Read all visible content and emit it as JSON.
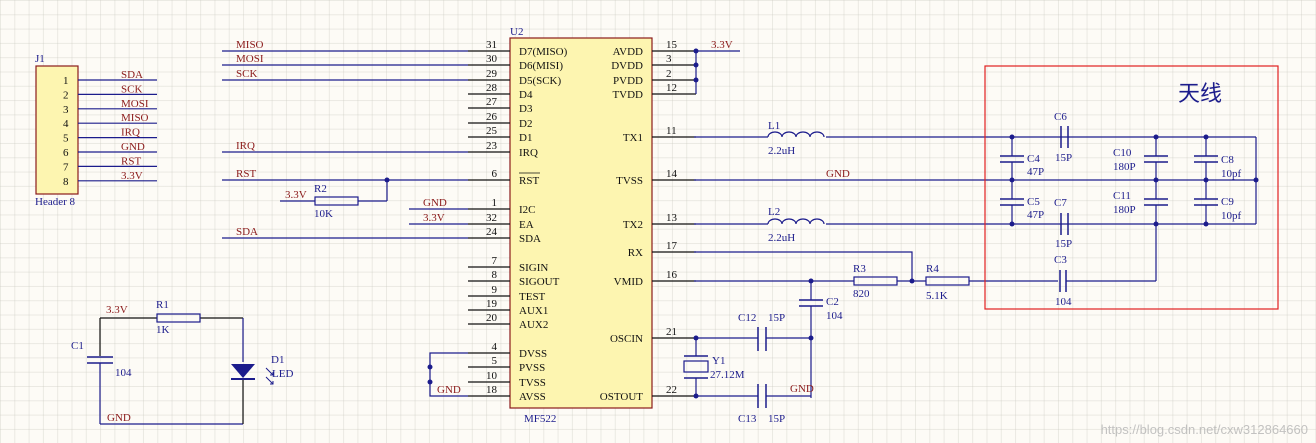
{
  "header_j1": {
    "ref": "J1",
    "name": "Header 8",
    "pins": [
      "1",
      "2",
      "3",
      "4",
      "5",
      "6",
      "7",
      "8"
    ],
    "nets": [
      "SDA",
      "SCK",
      "MOSI",
      "MISO",
      "IRQ",
      "GND",
      "RST",
      "3.3V"
    ]
  },
  "u2": {
    "ref": "U2",
    "part": "MF522",
    "left_pins": [
      {
        "num": "31",
        "name": "D7(MISO)",
        "net": "MISO"
      },
      {
        "num": "30",
        "name": "D6(MISI)",
        "net": "MOSI"
      },
      {
        "num": "29",
        "name": "D5(SCK)",
        "net": "SCK"
      },
      {
        "num": "28",
        "name": "D4",
        "net": ""
      },
      {
        "num": "27",
        "name": "D3",
        "net": ""
      },
      {
        "num": "26",
        "name": "D2",
        "net": ""
      },
      {
        "num": "25",
        "name": "D1",
        "net": ""
      },
      {
        "num": "23",
        "name": "IRQ",
        "net": "IRQ"
      },
      {
        "num": "6",
        "name": "RST",
        "net": "RST"
      },
      {
        "num": "1",
        "name": "I2C",
        "net": "GND"
      },
      {
        "num": "32",
        "name": "EA",
        "net": "3.3V"
      },
      {
        "num": "24",
        "name": "SDA",
        "net": "SDA"
      },
      {
        "num": "7",
        "name": "SIGIN",
        "net": ""
      },
      {
        "num": "8",
        "name": "SIGOUT",
        "net": ""
      },
      {
        "num": "9",
        "name": "TEST",
        "net": ""
      },
      {
        "num": "19",
        "name": "AUX1",
        "net": ""
      },
      {
        "num": "20",
        "name": "AUX2",
        "net": ""
      },
      {
        "num": "4",
        "name": "DVSS",
        "net": ""
      },
      {
        "num": "5",
        "name": "PVSS",
        "net": ""
      },
      {
        "num": "10",
        "name": "TVSS",
        "net": ""
      },
      {
        "num": "18",
        "name": "AVSS",
        "net": "GND"
      }
    ],
    "right_pins": [
      {
        "num": "15",
        "name": "AVDD",
        "net": "3.3V"
      },
      {
        "num": "3",
        "name": "DVDD",
        "net": ""
      },
      {
        "num": "2",
        "name": "PVDD",
        "net": ""
      },
      {
        "num": "12",
        "name": "TVDD",
        "net": ""
      },
      {
        "num": "11",
        "name": "TX1",
        "net": ""
      },
      {
        "num": "14",
        "name": "TVSS",
        "net": "GND"
      },
      {
        "num": "13",
        "name": "TX2",
        "net": ""
      },
      {
        "num": "17",
        "name": "RX",
        "net": ""
      },
      {
        "num": "16",
        "name": "VMID",
        "net": ""
      },
      {
        "num": "21",
        "name": "OSCIN",
        "net": ""
      },
      {
        "num": "22",
        "name": "OSTOUT",
        "net": ""
      }
    ]
  },
  "r2": {
    "ref": "R2",
    "value": "10K",
    "net": "3.3V"
  },
  "r1": {
    "ref": "R1",
    "value": "1K",
    "net": "3.3V"
  },
  "c1": {
    "ref": "C1",
    "value": "104",
    "net": "GND"
  },
  "d1": {
    "ref": "D1",
    "value": "LED"
  },
  "l1": {
    "ref": "L1",
    "value": "2.2uH"
  },
  "l2": {
    "ref": "L2",
    "value": "2.2uH"
  },
  "r3": {
    "ref": "R3",
    "value": "820"
  },
  "r4": {
    "ref": "R4",
    "value": "5.1K"
  },
  "c2": {
    "ref": "C2",
    "value": "104"
  },
  "c12": {
    "ref": "C12",
    "value": "15P"
  },
  "c13": {
    "ref": "C13",
    "value": "15P"
  },
  "y1": {
    "ref": "Y1",
    "value": "27.12M"
  },
  "osc_gnd": "GND",
  "antenna": {
    "title": "天线",
    "c3": {
      "ref": "C3",
      "value": "104"
    },
    "c4": {
      "ref": "C4",
      "value": "47P"
    },
    "c5": {
      "ref": "C5",
      "value": "47P"
    },
    "c6": {
      "ref": "C6",
      "value": "15P"
    },
    "c7": {
      "ref": "C7",
      "value": "15P"
    },
    "c8": {
      "ref": "C8",
      "value": "10pf"
    },
    "c9": {
      "ref": "C9",
      "value": "10pf"
    },
    "c10": {
      "ref": "C10",
      "value": "180P"
    },
    "c11": {
      "ref": "C11",
      "value": "180P"
    }
  },
  "tvss_net": "GND",
  "watermark": "https://blog.csdn.net/cxw312864660",
  "colors": {
    "wire": "#1c1c8c",
    "component_body": "#fdf5b0",
    "body_border": "#8b1a1a",
    "net_label": "#8b1a1a",
    "antenna_box": "#e02020"
  }
}
